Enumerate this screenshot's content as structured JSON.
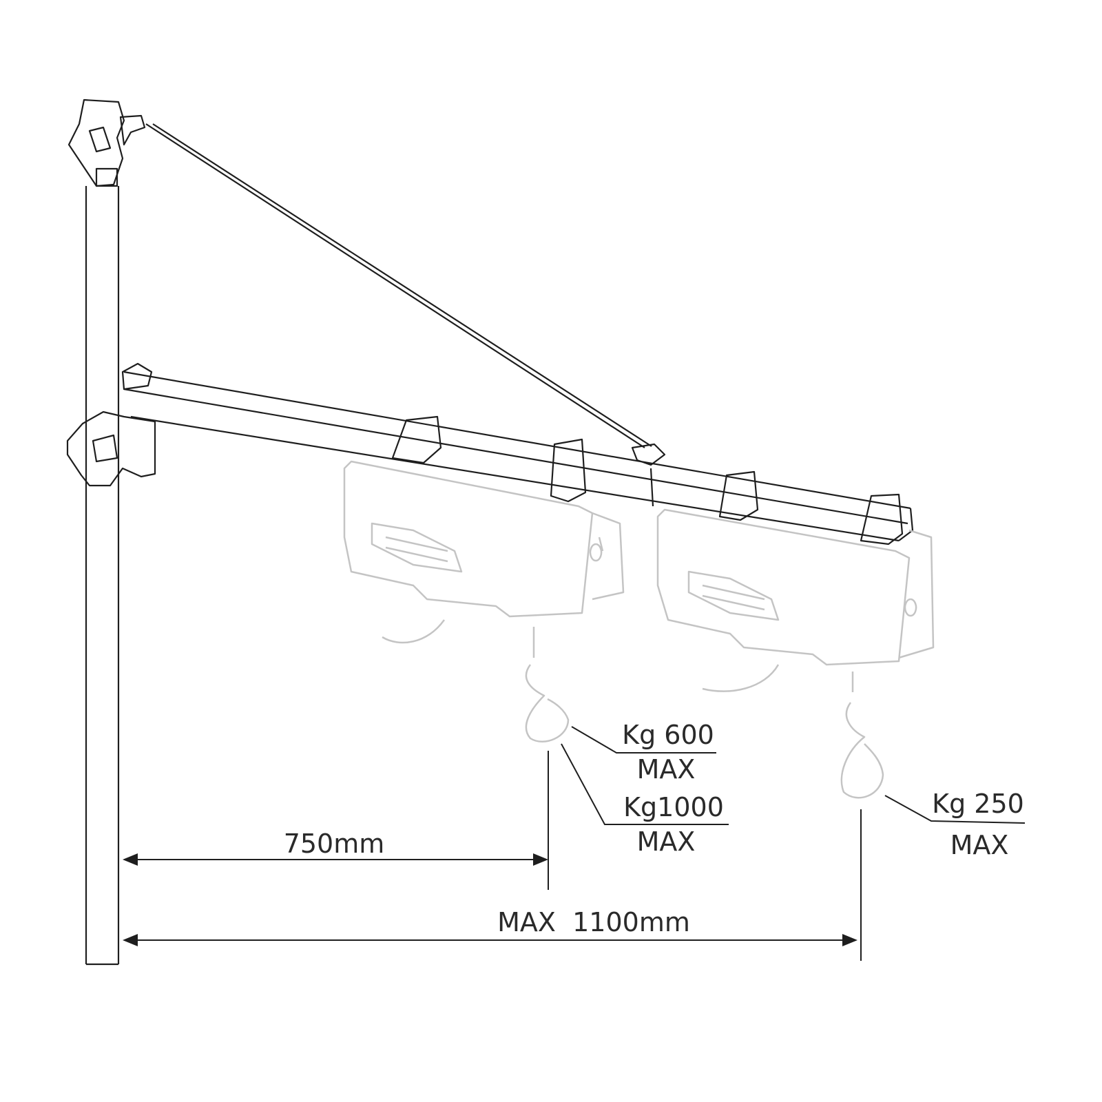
{
  "labels": {
    "load_600": "Kg 600",
    "load_600_max": "MAX",
    "load_1000": "Kg1000",
    "load_1000_max": "MAX",
    "load_250": "Kg 250",
    "load_250_max": "MAX",
    "dim_750": "750mm",
    "dim_1100": "MAX  1100mm"
  },
  "colors": {
    "line": "#1e1e1e",
    "hoist_outline": "#c4c4c4"
  }
}
